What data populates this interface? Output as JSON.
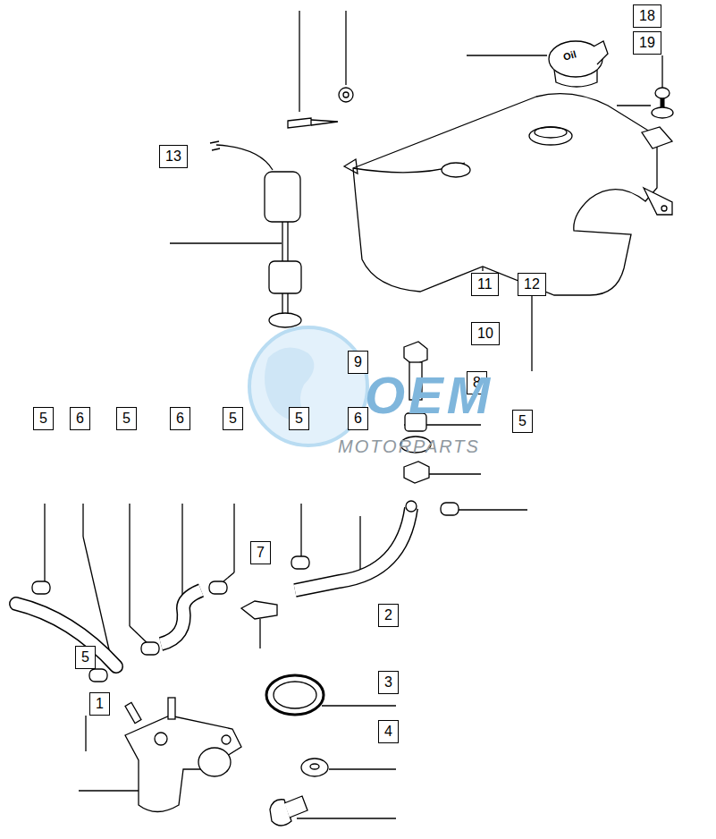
{
  "diagram": {
    "labels": [
      "18",
      "19",
      "13",
      "11",
      "12",
      "10",
      "9",
      "8",
      "5",
      "6",
      "5",
      "6",
      "5",
      "5",
      "6",
      "5",
      "7",
      "2",
      "5",
      "1",
      "3",
      "4",
      "Oil",
      "OEM",
      "MOTORPARTS"
    ]
  }
}
